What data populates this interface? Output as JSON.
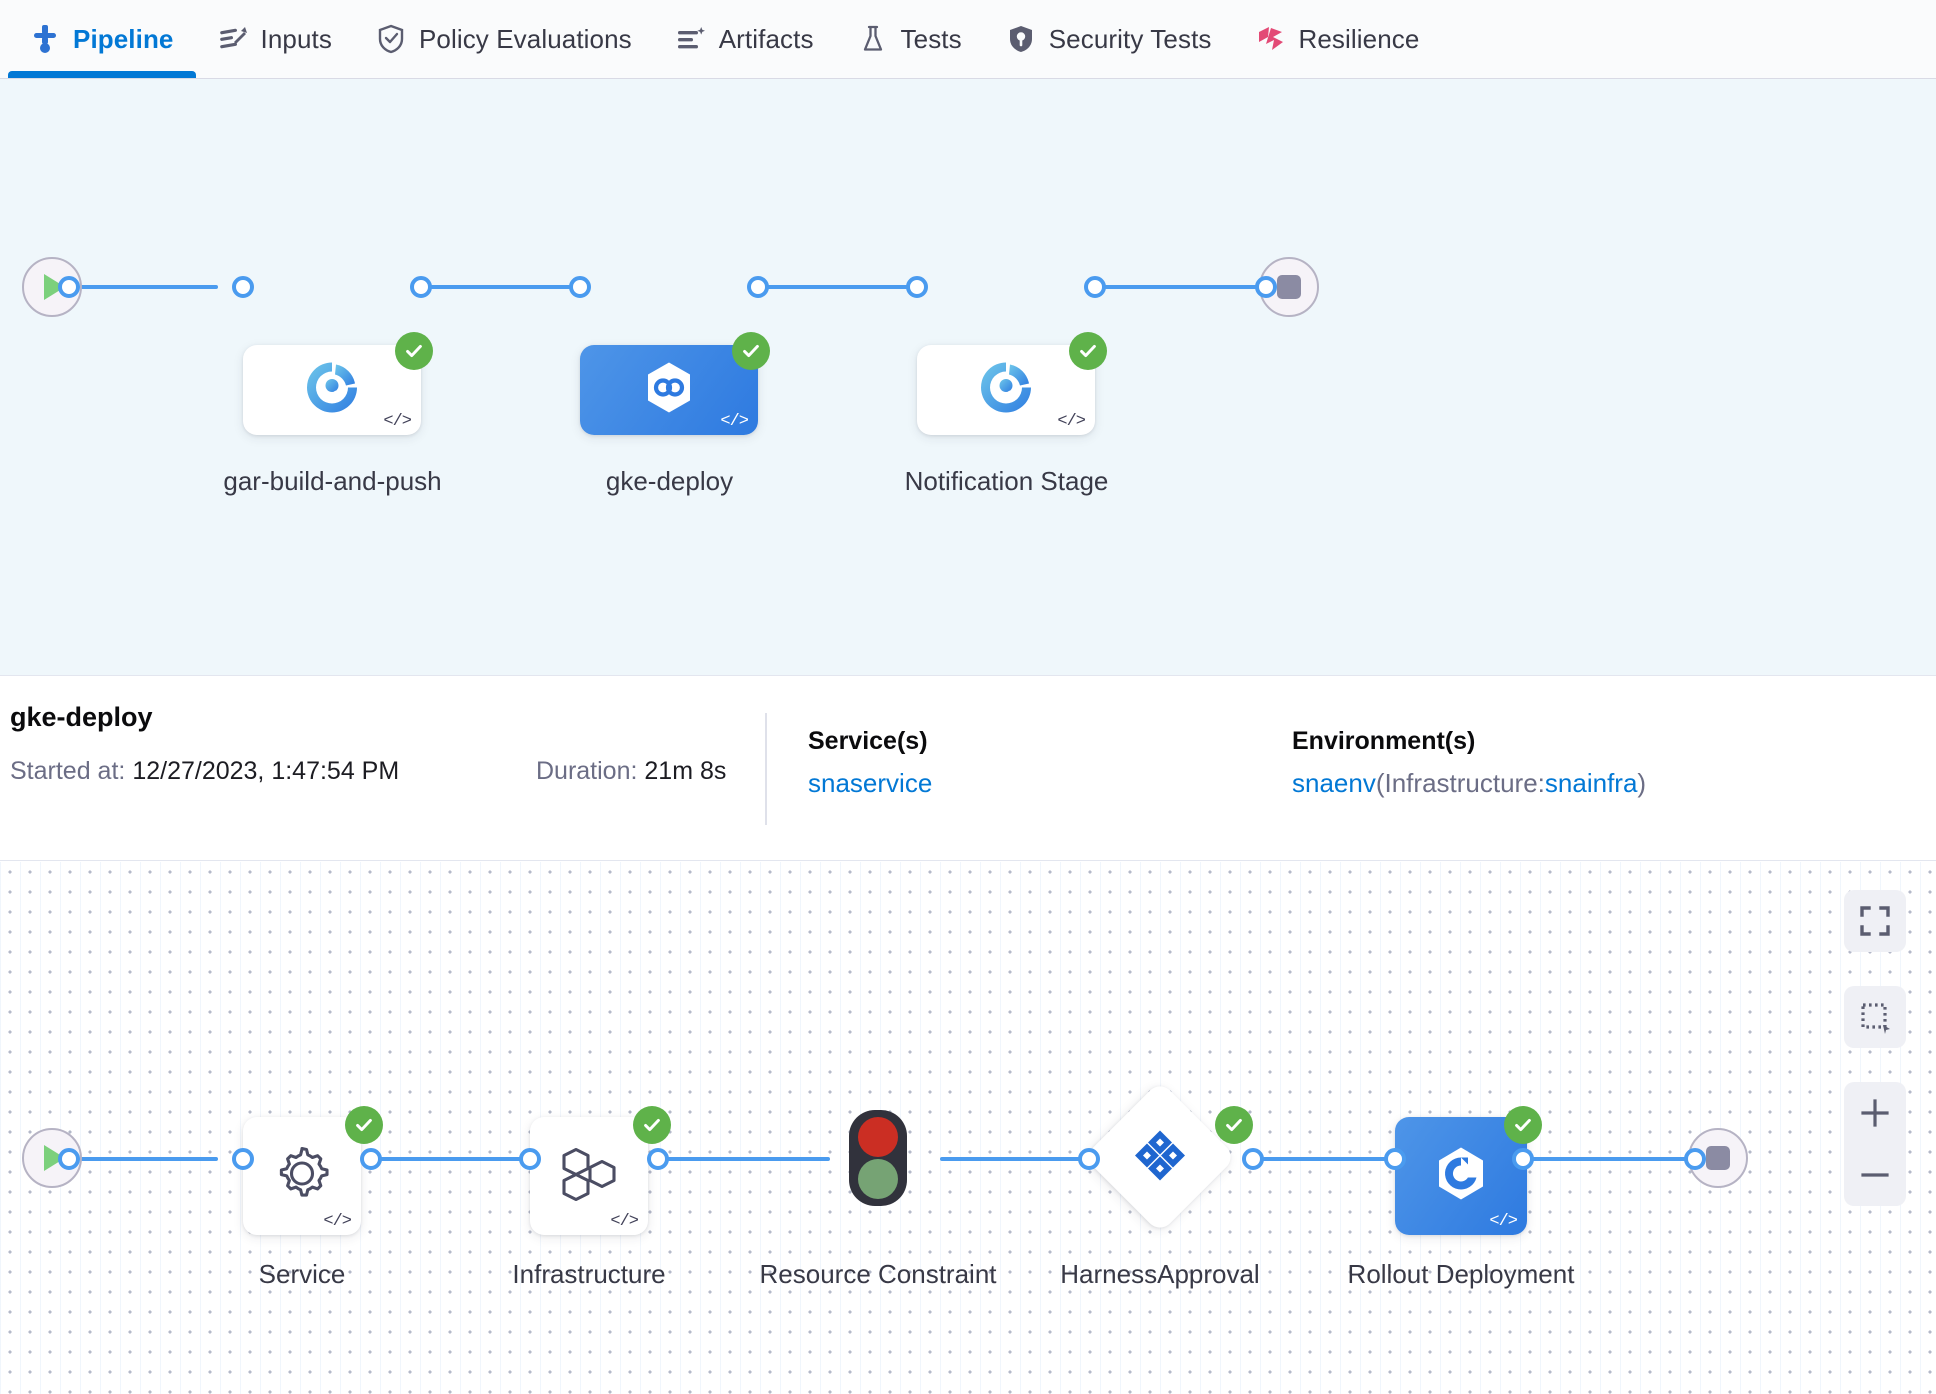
{
  "tabs": [
    {
      "label": "Pipeline",
      "icon": "pipeline-icon",
      "active": true
    },
    {
      "label": "Inputs",
      "icon": "inputs-icon",
      "active": false
    },
    {
      "label": "Policy Evaluations",
      "icon": "policy-shield-icon",
      "active": false
    },
    {
      "label": "Artifacts",
      "icon": "artifacts-icon",
      "active": false
    },
    {
      "label": "Tests",
      "icon": "flask-icon",
      "active": false
    },
    {
      "label": "Security Tests",
      "icon": "security-shield-icon",
      "active": false
    },
    {
      "label": "Resilience",
      "icon": "resilience-icon",
      "active": false
    }
  ],
  "colors": {
    "accent_blue": "#0278d5",
    "edge_blue": "#4a9bef",
    "selected_node": "#2e7ae0",
    "success_green": "#5fb24a",
    "canvas_top_bg": "#eff7fb",
    "resilience_pink": "#e34a76"
  },
  "pipeline_graph": {
    "start_node": "start-play-node",
    "end_node": "end-stop-node",
    "stages": [
      {
        "name": "gar-build-and-push",
        "icon": "ci-build-icon",
        "status": "success",
        "selected": false,
        "has_code_badge": true
      },
      {
        "name": "gke-deploy",
        "icon": "cd-deploy-icon",
        "status": "success",
        "selected": true,
        "has_code_badge": true
      },
      {
        "name": "Notification Stage",
        "icon": "ci-build-icon",
        "status": "success",
        "selected": false,
        "has_code_badge": true
      }
    ]
  },
  "stage_detail": {
    "title": "gke-deploy",
    "started_label": "Started at:",
    "started_value": "12/27/2023, 1:47:54 PM",
    "duration_label": "Duration:",
    "duration_value": "21m 8s",
    "service_heading": "Service(s)",
    "service_value": "snaservice",
    "environment_heading": "Environment(s)",
    "environment_name": "snaenv",
    "environment_infra_prefix": "(Infrastructure:",
    "environment_infra_name": "snainfra",
    "environment_infra_suffix": ")"
  },
  "execution_graph": {
    "start_node": "start-play-node",
    "end_node": "end-stop-node",
    "steps": [
      {
        "name": "Service",
        "icon": "gear-icon",
        "status": "success",
        "shape": "card",
        "selected": false,
        "has_code_badge": true
      },
      {
        "name": "Infrastructure",
        "icon": "hexagons-icon",
        "status": "success",
        "shape": "card",
        "selected": false,
        "has_code_badge": true
      },
      {
        "name": "Resource Constraint",
        "icon": "traffic-light-icon",
        "status": "none",
        "shape": "bare",
        "selected": false,
        "has_code_badge": false
      },
      {
        "name": "HarnessApproval",
        "icon": "approval-diamonds-icon",
        "status": "success",
        "shape": "diamond",
        "selected": false,
        "has_code_badge": false
      },
      {
        "name": "Rollout Deployment",
        "icon": "rollout-icon",
        "status": "success",
        "shape": "card",
        "selected": true,
        "has_code_badge": true
      }
    ]
  },
  "canvas_controls": [
    {
      "name": "fit-to-screen-button",
      "icon": "expand-corners-icon"
    },
    {
      "name": "selection-box-button",
      "icon": "dotted-square-icon"
    },
    {
      "name": "zoom-in-button",
      "icon": "plus-icon"
    },
    {
      "name": "zoom-out-button",
      "icon": "minus-icon"
    }
  ]
}
